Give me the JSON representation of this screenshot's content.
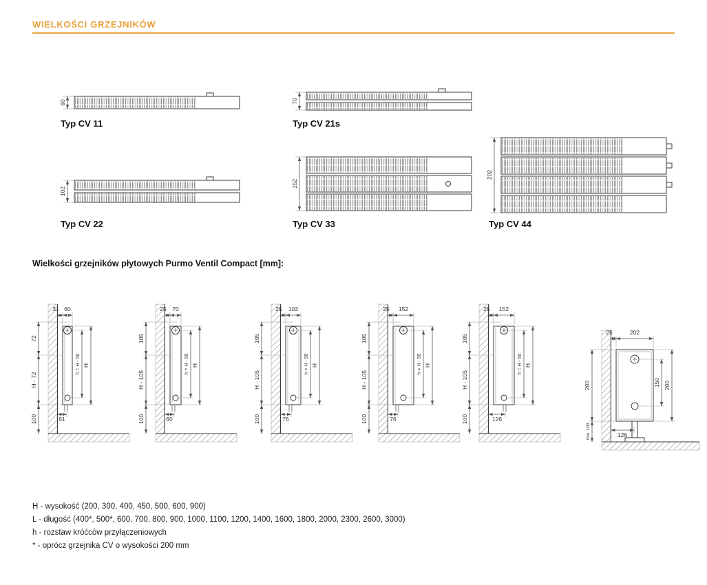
{
  "page": {
    "title": "WIELKOŚCI GRZEJNIKÓW",
    "accent_color": "#E8A23C"
  },
  "top_views": [
    {
      "label": "Typ CV 11",
      "depth": "60"
    },
    {
      "label": "Typ CV 21s",
      "depth": "70"
    },
    {
      "label": "Typ CV 22",
      "depth": "102"
    },
    {
      "label": "Typ CV 33",
      "depth": "152"
    },
    {
      "label": "Typ CV 44",
      "depth": "202"
    }
  ],
  "section_heading": "Wielkości grzejników płytowych Purmo Ventil Compact [mm]:",
  "side_views": [
    {
      "wall_gap": "31",
      "top_width": "60",
      "upper": "72",
      "middle": "H - 72",
      "clearance": "100",
      "connection": "h = H - 50",
      "height": "H",
      "bottom_width": "61"
    },
    {
      "wall_gap": "25",
      "top_width": "70",
      "upper": "105",
      "middle": "H - 105",
      "clearance": "100",
      "connection": "h = H - 50",
      "height": "H",
      "bottom_width": "60"
    },
    {
      "wall_gap": "25",
      "top_width": "102",
      "upper": "105",
      "middle": "H - 105",
      "clearance": "100",
      "connection": "h = H - 50",
      "height": "H",
      "bottom_width": "76"
    },
    {
      "wall_gap": "25",
      "top_width": "152",
      "upper": "105",
      "middle": "H - 105",
      "clearance": "100",
      "connection": "h = H - 50",
      "height": "H",
      "bottom_width": "76"
    },
    {
      "wall_gap": "25",
      "top_width": "152",
      "upper": "105",
      "middle": "H - 105",
      "clearance": "100",
      "connection": "h = H - 50",
      "height": "H",
      "bottom_width": "126"
    }
  ],
  "floor_detail": {
    "wall_gap": "25",
    "top_width": "202",
    "left_height": "200",
    "inner_height": "150",
    "right_height": "200",
    "min_clearance": "min. 100",
    "bottom_width": "126"
  },
  "legend": [
    "H - wysokość (200, 300, 400, 450, 500, 600, 900)",
    "L - długość (400*, 500*, 600, 700, 800, 900, 1000, 1100, 1200, 1400, 1600, 1800, 2000, 2300, 2600, 3000)",
    "h - rozstaw króćców przyłączeniowych",
    "* - oprócz grzejnika CV o wysokości 200 mm"
  ]
}
